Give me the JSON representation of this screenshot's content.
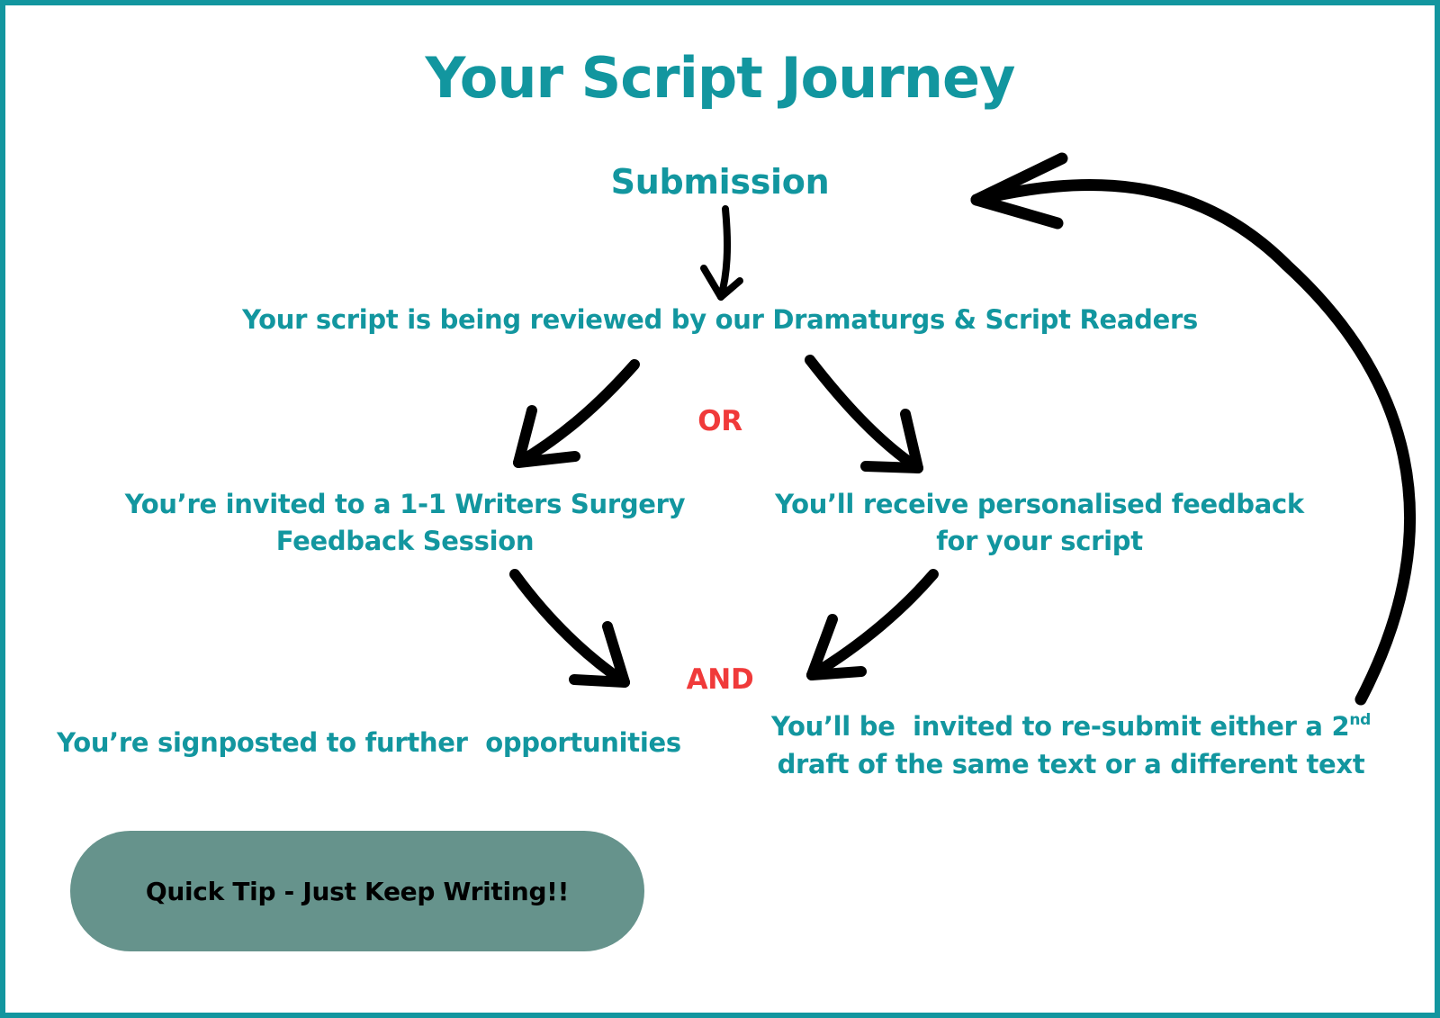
{
  "title": "Your Script Journey",
  "steps": {
    "submission": "Submission",
    "review": "Your script is being reviewed by our Dramaturgs & Script Readers",
    "surgery_line1": "You’re invited to a 1-1 Writers Surgery",
    "surgery_line2": "Feedback Session",
    "feedback_line1": "You’ll receive personalised feedback",
    "feedback_line2": "for your script",
    "signposted": "You’re signposted to further  opportunities",
    "resubmit_part1": "You’ll be  invited to re-submit either a 2",
    "resubmit_sup": "nd",
    "resubmit_part2": "draft of the same text or a different text"
  },
  "connectors": {
    "or": "OR",
    "and": "AND"
  },
  "tip": {
    "label": "Quick Tip - Just Keep Writing!!"
  },
  "colors": {
    "teal": "#12969f",
    "connector_red": "#f03a3a",
    "pill": "#66938c",
    "arrow": "#000000"
  }
}
